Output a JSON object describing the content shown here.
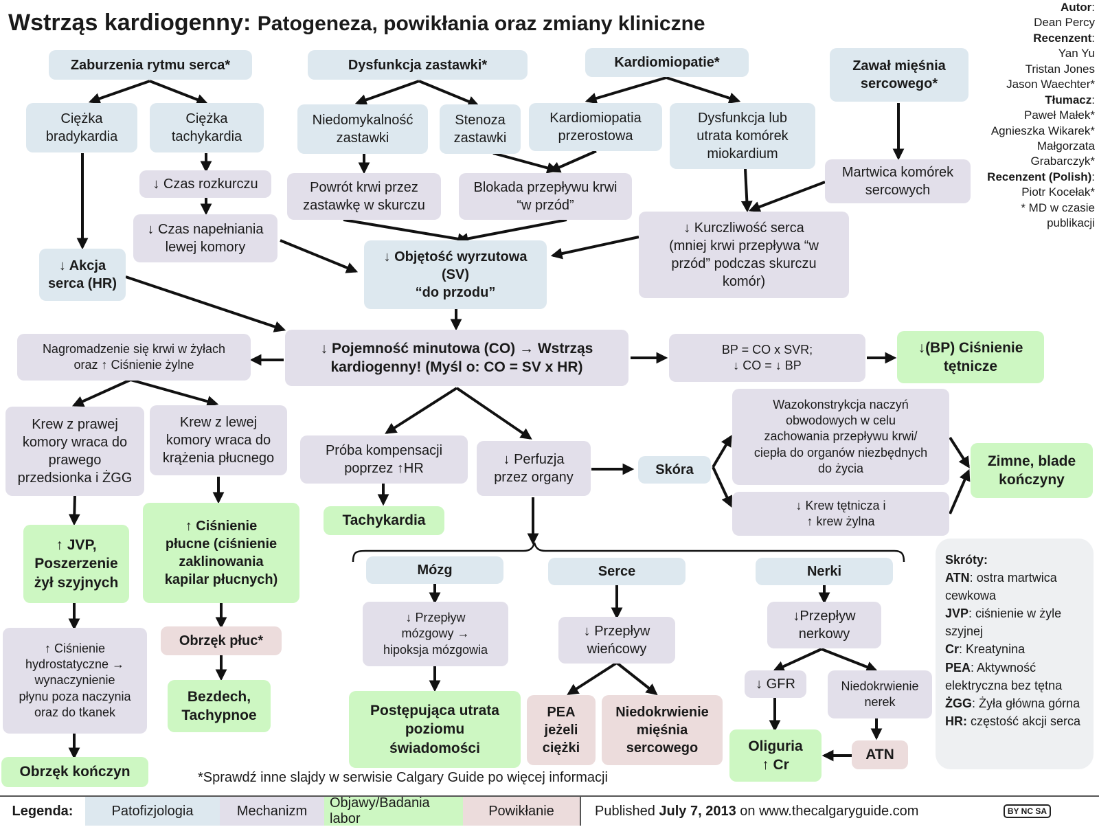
{
  "title": {
    "main": "Wstrząs kardiogenny:",
    "sub": "Patogeneza, powikłania oraz zmiany kliniczne"
  },
  "credits": [
    {
      "label": "Autor",
      "suffix": ":"
    },
    {
      "text": "Dean Percy"
    },
    {
      "label": "Recenzent",
      "suffix": ":"
    },
    {
      "text": "Yan Yu"
    },
    {
      "text": "Tristan Jones"
    },
    {
      "text": "Jason Waechter*"
    },
    {
      "label": "Tłumacz",
      "suffix": ":"
    },
    {
      "text": "Paweł Małek*"
    },
    {
      "text": "Agnieszka Wikarek*"
    },
    {
      "text": "Małgorzata"
    },
    {
      "text": "Grabarczyk*"
    },
    {
      "label": "Recenzent (Polish)",
      "suffix": ":"
    },
    {
      "text": "Piotr Kocełak*"
    },
    {
      "text": "* MD w czasie"
    },
    {
      "text": "publikacji"
    }
  ],
  "nodes": {
    "arrhythmia": "Zaburzenia rytmu serca*",
    "valve_dysfunction": "Dysfunkcja zastawki*",
    "cardiomyopathies": "Kardiomiopatie*",
    "mi": "Zawał mięśnia\nsercowego*",
    "brady": "Ciężka\nbradykardia",
    "tachy": "Ciężka\ntachykardia",
    "regurg": "Niedomykalność\nzastawki",
    "stenosis": "Stenoza\nzastawki",
    "hcm": "Kardiomiopatia\nprzerostowa",
    "myocyte_loss": "Dysfunkcja lub\nutrata komórek\nmiokardium",
    "necrosis": "Martwica komórek\nsercowych",
    "diastole": "↓ Czas rozkurczu",
    "lv_fill": "↓ Czas napełniania\nlewej komory",
    "backflow": "Powrót krwi przez\nzastawkę w skurczu",
    "forward_block": "Blokada przepływu krwi\n“w przód”",
    "contractility": "↓ Kurczliwość serca\n(mniej krwi przepływa “w\nprzód” podczas skurczu\nkomór)",
    "hr_down": "↓ Akcja\nserca (HR)",
    "sv_down": "↓ Objętość wyrzutowa\n(SV)\n“do przodu”",
    "co_down": "↓ Pojemność minutowa (CO) → Wstrząs\nkardiogenny! (Myśl o: CO = SV x HR)",
    "venous": "Nagromadzenie się krwi w żyłach\noraz ↑ Ciśnienie żylne",
    "bp_formula": "BP = CO x SVR;\n↓ CO = ↓ BP",
    "bp_down": "↓(BP) Ciśnienie\ntętnicze",
    "rv_back": "Krew z prawej\nkomory wraca do\nprawego\nprzedsionka i ŻGG",
    "lv_back": "Krew z lewej\nkomory wraca do\nkrążenia płucnego",
    "compensation": "Próba kompensacji\npoprzez ↑HR",
    "perfusion": "↓ Perfuzja\nprzez organy",
    "skin": "Skóra",
    "vasoconstriction": "Wazokonstrykcja naczyń\nobwodowych w celu\nzachowania przepływu krwi/\nciepła do organów niezbędnych\ndo życia",
    "blood_mix": "↓ Krew tętnicza  i\n↑ krew żylna",
    "cold_limbs": "Zimne, blade\nkończyny",
    "jvp": "↑ JVP,\nPoszerzenie\nżył szyjnych",
    "pulm_pressure": "↑ Ciśnienie\npłucne (ciśnienie\nzaklinowania\nkapilar płucnych)",
    "tachycardia": "Tachykardia",
    "hydrostatic": "↑ Ciśnienie\nhydrostatyczne →\nwynaczynienie\npłynu poza naczynia\noraz do tkanek",
    "pulm_edema": "Obrzęk płuc*",
    "dyspnea": "Bezdech,\nTachypnoe",
    "limb_edema": "Obrzęk kończyn",
    "brain": "Mózg",
    "heart": "Serce",
    "kidney": "Nerki",
    "cerebral_flow": "↓ Przepływ\nmózgowy →\nhipoksja mózgowia",
    "coronary_flow": "↓ Przepływ\nwieńcowy",
    "renal_flow": "↓Przepływ\nnerkowy",
    "consciousness": "Postępująca utrata\npoziomu\nświadomości",
    "pea": "PEA\njeżeli\nciężki",
    "myocardial_ischemia": "Niedokrwienie\nmięśnia\nsercowego",
    "gfr": "↓ GFR",
    "renal_ischemia": "Niedokrwienie\nnerek",
    "oliguria": "Oliguria\n↑ Cr",
    "atn": "ATN"
  },
  "footnote": "*Sprawdź inne slajdy w serwisie Calgary Guide po więcej informacji",
  "abbreviations": {
    "heading": "Skróty:",
    "items": [
      {
        "key": "ATN",
        "sep": ":",
        "text": " ostra martwica cewkowa"
      },
      {
        "key": "JVP",
        "sep": ":",
        "text": " ciśnienie w żyle szyjnej"
      },
      {
        "key": "Cr",
        "sep": ":",
        "text": " Kreatynina"
      },
      {
        "key": "PEA",
        "sep": ":",
        "text": " Aktywność elektryczna bez tętna"
      },
      {
        "key": "ŻGG",
        "sep": ":",
        "text": " Żyła główna górna"
      },
      {
        "key": "HR:",
        "sep": "",
        "text": " częstość akcji serca"
      }
    ]
  },
  "legend": {
    "title": "Legenda:",
    "pathophysiology": "Patofizjologia",
    "mechanism": "Mechanizm",
    "signs": "Objawy/Badania labor",
    "complication": "Powikłanie",
    "published_prefix": "Published ",
    "published_date": "July 7, 2013",
    "published_suffix": " on www.thecalgaryguide.com",
    "license": "BY NC SA"
  },
  "colors": {
    "pathophysiology": "#dde8ef",
    "mechanism": "#e2dfea",
    "signs": "#cdf7c2",
    "complication": "#ecdcdc"
  }
}
